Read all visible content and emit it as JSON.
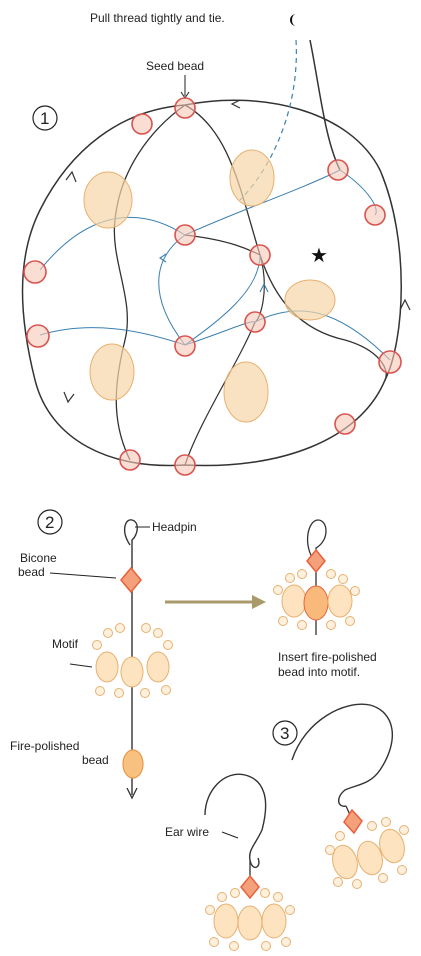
{
  "step1": {
    "number": "1",
    "top_instruction": "Pull thread tightly and tie.",
    "seed_bead_label": "Seed bead",
    "star_symbol": "★"
  },
  "step2": {
    "number": "2",
    "headpin_label": "Headpin",
    "bicone_label_line1": "Bicone",
    "bicone_label_line2": "bead",
    "motif_label": "Motif",
    "fire_polished_line1": "Fire-polished",
    "fire_polished_line2": "bead",
    "insert_line1": "Insert fire-polished",
    "insert_line2": "bead into motif."
  },
  "step3": {
    "number": "3",
    "ear_wire_label": "Ear wire"
  },
  "colors": {
    "seed_bead": "#d9534f",
    "fire_polished": "#f2b880",
    "bicone": "#e8603c",
    "thread_dark": "#333333",
    "thread_blue": "#3a7fb0",
    "arrow": "#a89a6a"
  }
}
